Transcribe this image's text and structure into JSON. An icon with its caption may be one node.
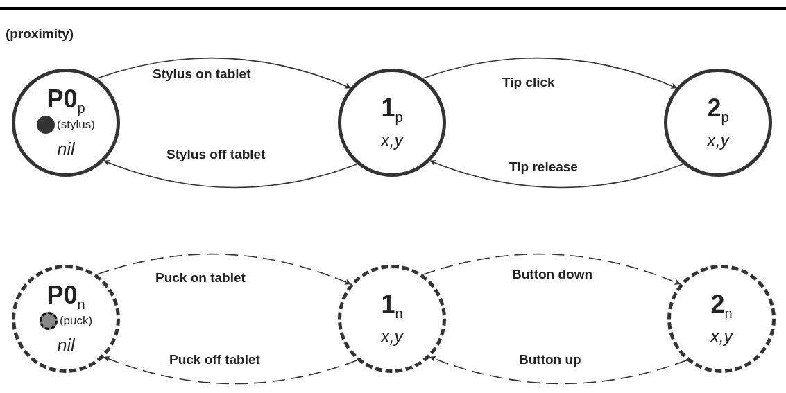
{
  "diagram": {
    "nodes": [
      {
        "text": [
          "P0$_{p}$",
          "(stylus)",
          "nil"
        ]
      },
      {
        "text": [
          "1$_{p}$",
          "x,y"
        ]
      },
      {
        "text": [
          "2$_{p}$",
          "x,y"
        ]
      },
      {
        "text": [
          "P0$_{n}$",
          "(puck)",
          "nil"
        ]
      },
      {
        "text": [
          "1$_{n}$",
          "x,y"
        ]
      },
      {
        "text": [
          "2$_{n}$",
          "x,y"
        ]
      }
    ],
    "edges": [
      {
        "from": 0,
        "to": 1,
        "arrow": "to",
        "label": "Stylus on tablet"
      },
      {
        "from": 1,
        "to": 0,
        "arrow": "to",
        "label": "Stylus off tablet"
      },
      {
        "from": 1,
        "to": 2,
        "arrow": "to",
        "label": "Tip click"
      },
      {
        "from": 2,
        "to": 1,
        "arrow": "to",
        "label": "Tip release"
      },
      {
        "from": 3,
        "to": 4,
        "arrow": "to",
        "label": "Puck on tablet",
        "style": "dashed"
      },
      {
        "from": 4,
        "to": 3,
        "arrow": "to",
        "label": "Puck off tablet",
        "style": "dashed"
      },
      {
        "from": 4,
        "to": 5,
        "arrow": "to",
        "label": "Button down",
        "style": "dashed"
      },
      {
        "from": 5,
        "to": 4,
        "arrow": "to",
        "label": "Button up",
        "style": "dashed"
      }
    ],
    "labels": [
      "(proximity)"
    ]
  }
}
